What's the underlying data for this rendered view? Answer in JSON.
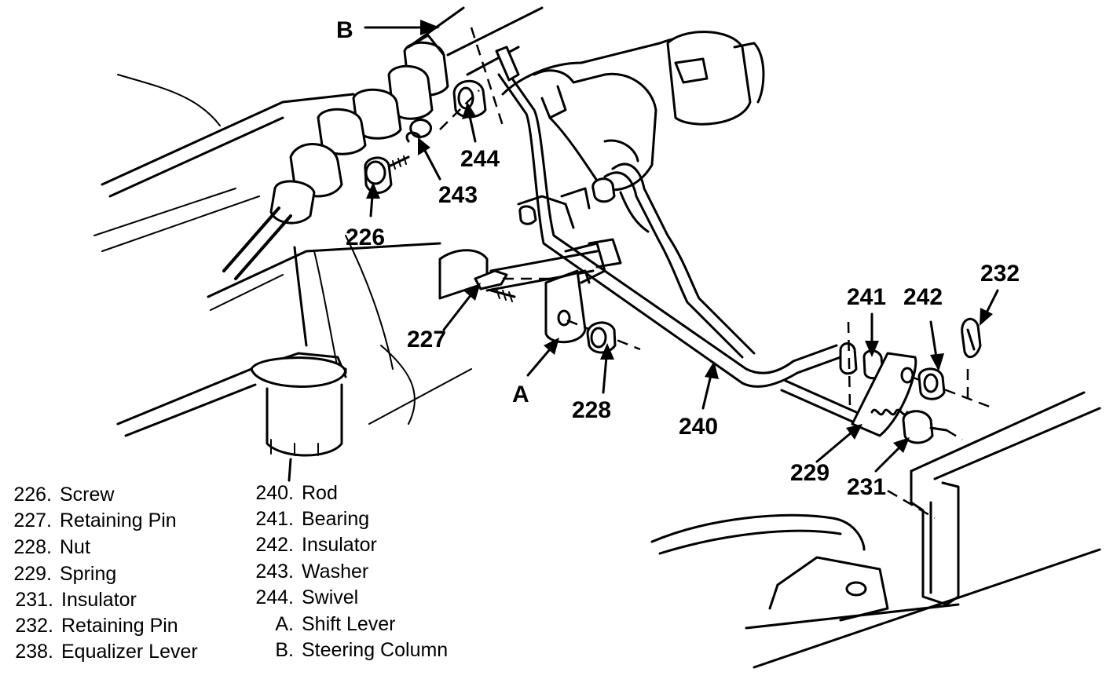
{
  "callouts": {
    "b": "B",
    "a": "A",
    "c226": "226",
    "c227": "227",
    "c228": "228",
    "c229": "229",
    "c231": "231",
    "c232": "232",
    "c240": "240",
    "c241": "241",
    "c242": "242",
    "c243": "243",
    "c244": "244"
  },
  "legend_left": [
    {
      "num": "226.",
      "label": "Screw"
    },
    {
      "num": "227.",
      "label": "Retaining Pin"
    },
    {
      "num": "228.",
      "label": "Nut"
    },
    {
      "num": "229.",
      "label": "Spring"
    },
    {
      "num": "231.",
      "label": "Insulator"
    },
    {
      "num": "232.",
      "label": "Retaining Pin"
    },
    {
      "num": "238.",
      "label": "Equalizer Lever"
    }
  ],
  "legend_right": [
    {
      "num": "240.",
      "label": "Rod"
    },
    {
      "num": "241.",
      "label": "Bearing"
    },
    {
      "num": "242.",
      "label": "Insulator"
    },
    {
      "num": "243.",
      "label": "Washer"
    },
    {
      "num": "244.",
      "label": "Swivel"
    },
    {
      "num": "A.",
      "label": "Shift Lever"
    },
    {
      "num": "B.",
      "label": "Steering Column"
    }
  ]
}
